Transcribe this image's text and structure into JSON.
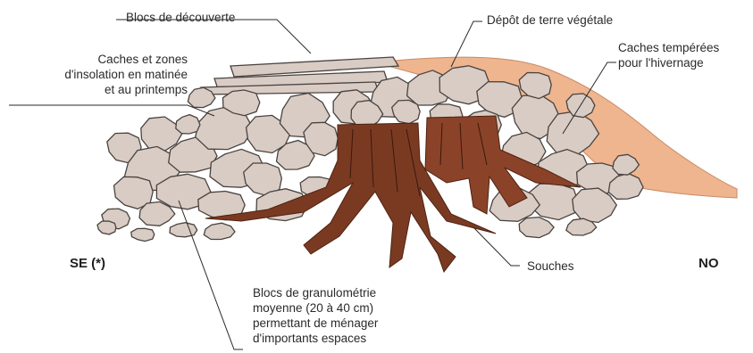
{
  "labels": {
    "blocs_decouverte": "Blocs de découverte",
    "depot_terre": "Dépôt de terre végétale",
    "caches_zones": [
      "Caches et zones",
      "d'insolation en matinée",
      "et au printemps"
    ],
    "caches_temperees": [
      "Caches tempérées",
      "pour l'hivernage"
    ],
    "orientation_se": "SE (*)",
    "orientation_no": "NO",
    "souches": "Souches",
    "blocs_granulo": [
      "Blocs de granulométrie",
      "moyenne (20 à 40 cm)",
      "permettant de ménager",
      "d'importants espaces"
    ]
  },
  "colors": {
    "stone_fill": "#d9ccc4",
    "stone_stroke": "#4a4340",
    "soil": "#eeb58f",
    "stump": "#7a3a22",
    "stump_dark": "#4e2212"
  }
}
